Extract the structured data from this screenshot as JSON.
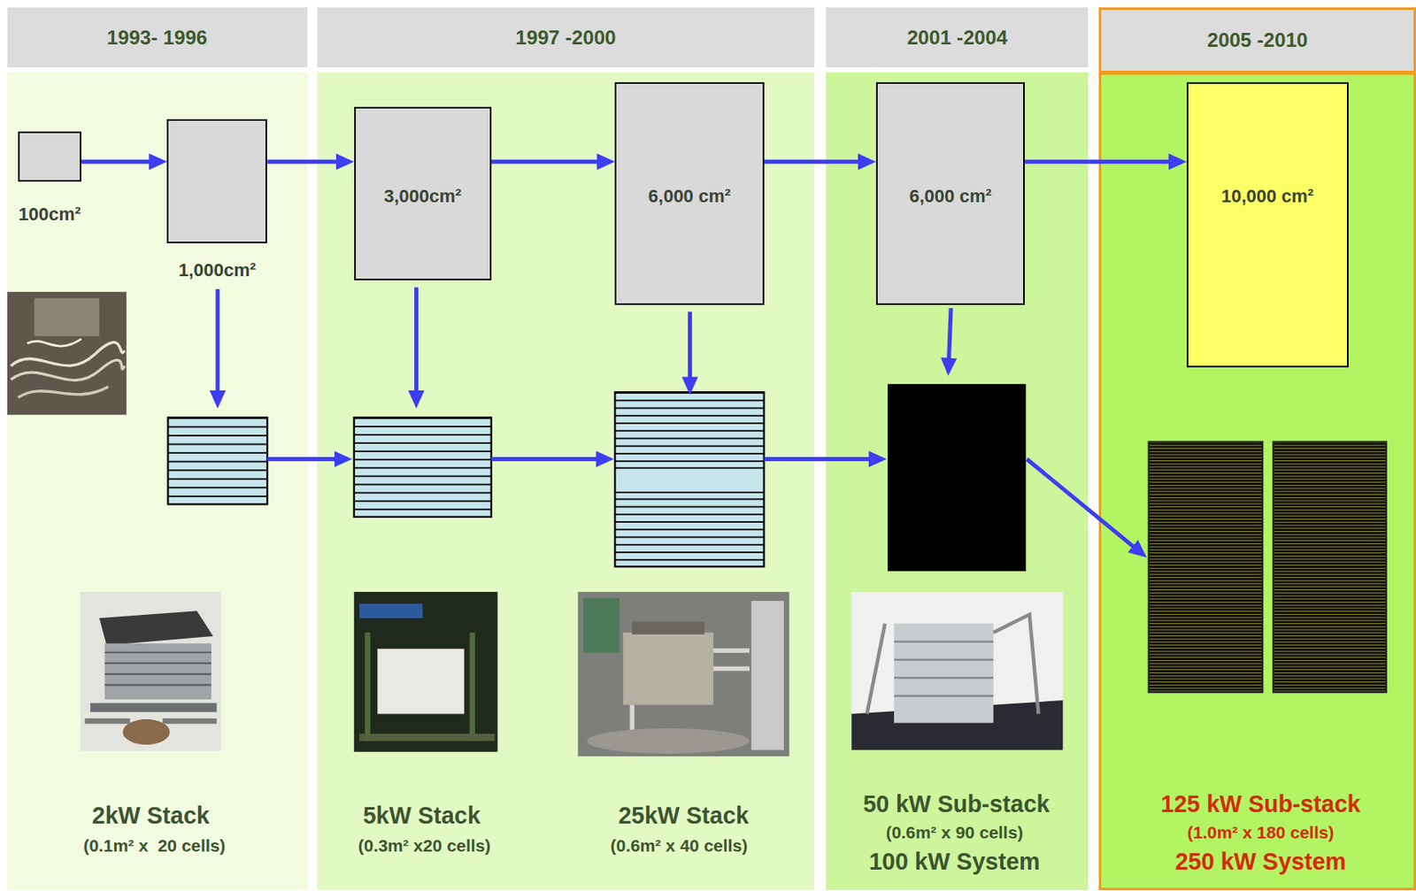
{
  "diagram": {
    "nodes": [
      {
        "text": [
          "1993- 1996"
        ]
      },
      {
        "text": [
          "100cm²"
        ],
        "in": 0
      },
      {
        "text": [
          "1,000cm²"
        ],
        "in": 0
      },
      {
        "text": [
          "1997 -2000"
        ]
      },
      {
        "text": [
          "3,000cm²"
        ],
        "in": 3
      },
      {
        "text": [
          "6,000 cm²"
        ],
        "in": 3
      },
      {
        "text": [
          "2001 -2004"
        ]
      },
      {
        "text": [
          "6,000 cm²"
        ],
        "in": 6
      },
      {
        "text": [
          "2005 -2010"
        ]
      },
      {
        "text": [
          "10,000 cm²"
        ],
        "in": 8
      }
    ],
    "edges": [
      {
        "from": 1,
        "to": 2,
        "arrow": "to"
      },
      {
        "from": 2,
        "to": 4,
        "arrow": "to"
      },
      {
        "from": 4,
        "to": 5,
        "arrow": "to"
      },
      {
        "from": 5,
        "to": 7,
        "arrow": "to"
      },
      {
        "from": 7,
        "to": 9,
        "arrow": "to"
      }
    ],
    "labels": [
      "2kW Stack",
      "(0.1m² x  20 cells)",
      "5kW Stack",
      "(0.3m² x20 cells)",
      "25kW Stack",
      "(0.6m² x 40 cells)",
      "50 kW Sub-stack",
      "(0.6m² x 90 cells)",
      "100 kW System",
      "125 kW Sub-stack",
      "(1.0m² x 180 cells)",
      "250 kW System"
    ]
  }
}
